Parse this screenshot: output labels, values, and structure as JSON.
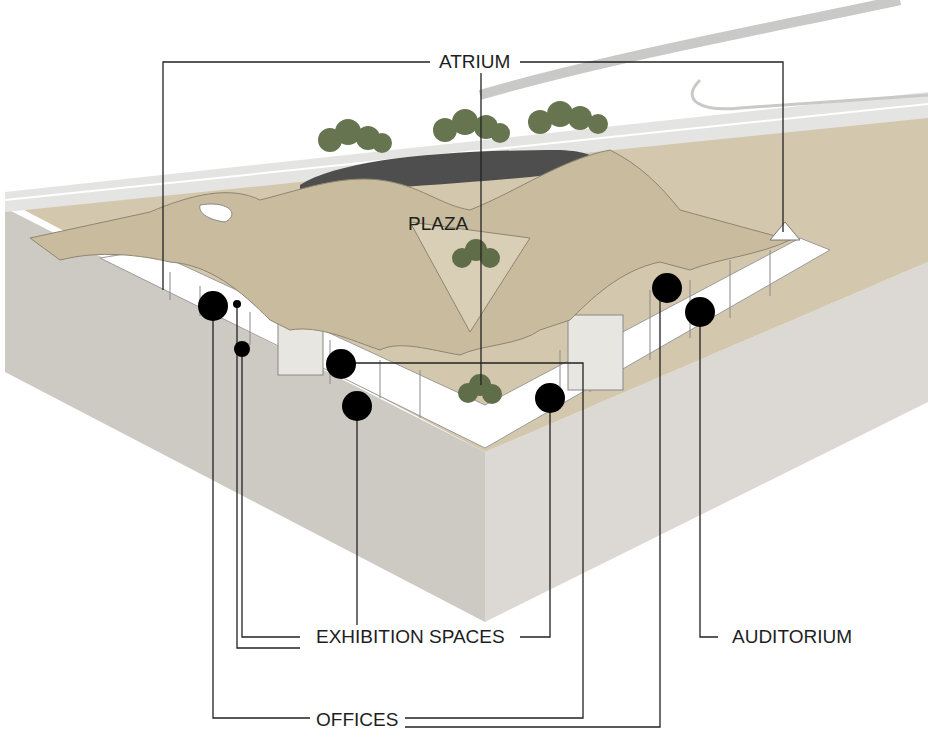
{
  "diagram": {
    "labels": [
      "ATRIUM",
      "PLAZA",
      "EXHIBITION SPACES",
      "AUDITORIUM",
      "OFFICES"
    ]
  }
}
